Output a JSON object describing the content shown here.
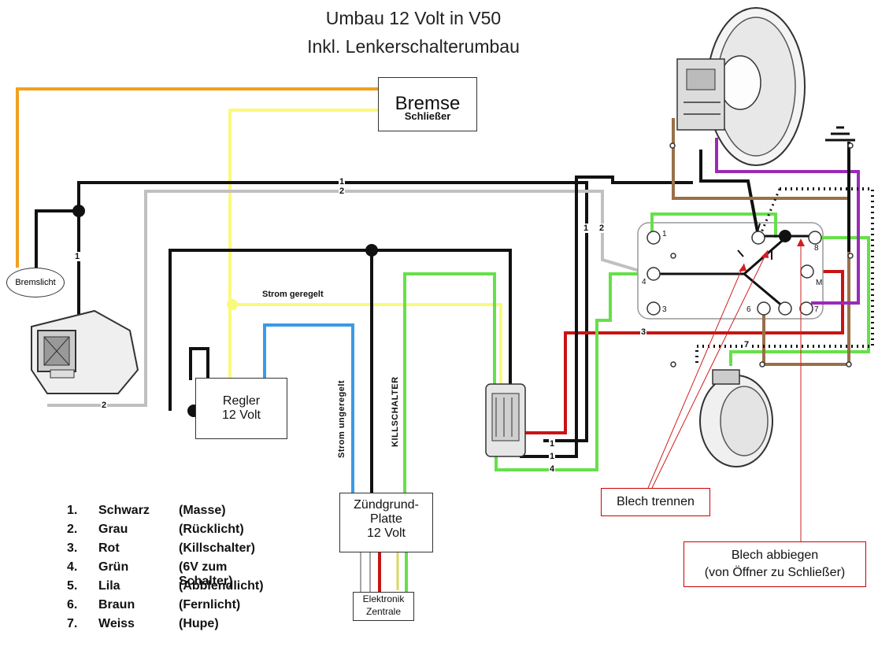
{
  "title": {
    "line1": "Umbau 12 Volt in V50",
    "line2": "Inkl. Lenkerschalterumbau"
  },
  "components": {
    "bremse_label": "Bremse",
    "bremse_sub": "Schließer",
    "bremslicht": "Bremslicht",
    "regler_line1": "Regler",
    "regler_line2": "12 Volt",
    "zuend_line1": "Zündgrund-",
    "zuend_line2": "Platte",
    "zuend_line3": "12 Volt",
    "elektronik_line1": "Elektronik",
    "elektronik_line2": "Zentrale"
  },
  "wire_labels": {
    "strom_geregelt": "Strom geregelt",
    "strom_ungeregelt": "Strom ungeregelt",
    "killschalter": "KILLSCHALTER",
    "n1": "1",
    "n2": "2",
    "n3": "3",
    "n4": "4",
    "n7": "7"
  },
  "switch_terminals": {
    "t1": "1",
    "t3": "3",
    "t4": "4",
    "t6": "6",
    "t7": "7",
    "t8": "8",
    "tM": "M"
  },
  "annotations": {
    "blech_trennen": "Blech trennen",
    "blech_abbiegen_line1": "Blech abbiegen",
    "blech_abbiegen_line2": "(von Öffner zu Schließer)"
  },
  "legend": [
    {
      "num": "1.",
      "color_name": "Schwarz",
      "function": "(Masse)"
    },
    {
      "num": "2.",
      "color_name": "Grau",
      "function": "(Rücklicht)"
    },
    {
      "num": "3.",
      "color_name": "Rot",
      "function": "(Killschalter)"
    },
    {
      "num": "4.",
      "color_name": "Grün",
      "function": "(6V zum Schalter)"
    },
    {
      "num": "5.",
      "color_name": "Lila",
      "function": "(Abblendlicht)"
    },
    {
      "num": "6.",
      "color_name": "Braun",
      "function": "(Fernlicht)"
    },
    {
      "num": "7.",
      "color_name": "Weiss",
      "function": "(Hupe)"
    }
  ],
  "colors": {
    "schwarz": "#111111",
    "grau": "#c0c0c0",
    "rot": "#c81414",
    "gruen": "#66e04a",
    "lila": "#9a2ab8",
    "braun": "#9a7048",
    "orange": "#f0a020",
    "gelb": "#fafa7a",
    "blau": "#3a9ae8"
  }
}
